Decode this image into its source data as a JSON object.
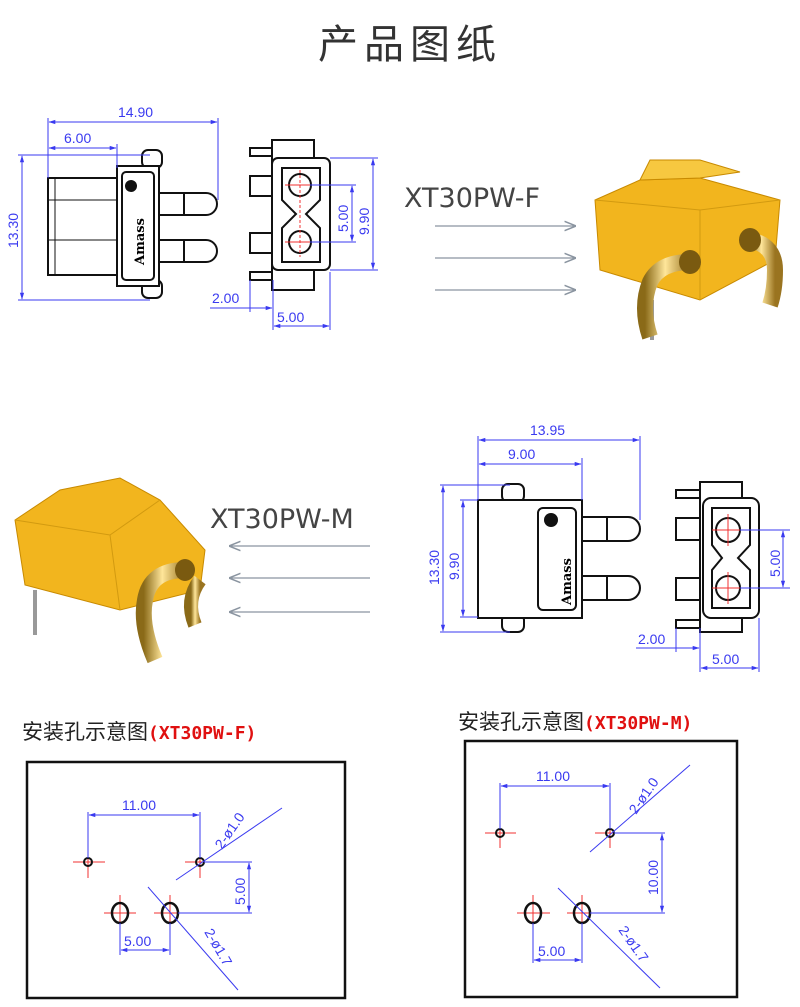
{
  "title": "产品图纸",
  "female": {
    "model": "XT30PW-F",
    "dims": {
      "length": "14.90",
      "body": "6.00",
      "height": "13.30",
      "pitch": "5.00",
      "width": "9.90",
      "offset": "2.00",
      "depth": "5.00"
    },
    "brand": "Amass"
  },
  "male": {
    "model": "XT30PW-M",
    "dims": {
      "length": "13.95",
      "body": "9.00",
      "height": "13.30",
      "width": "9.90",
      "pitch": "5.00",
      "offset": "2.00",
      "depth": "5.00"
    },
    "brand": "Amass"
  },
  "holes_f": {
    "label": "安装孔示意图",
    "model": "(XT30PW-F)",
    "spacing": "11.00",
    "vertical": "5.00",
    "pitch": "5.00",
    "small_hole": "2-ø1.0",
    "large_hole": "2-ø1.7"
  },
  "holes_m": {
    "label": "安装孔示意图",
    "model": "(XT30PW-M)",
    "spacing": "11.00",
    "vertical": "10.00",
    "pitch": "5.00",
    "small_hole": "2-ø1.0",
    "large_hole": "2-ø1.7"
  },
  "colors": {
    "dimension": "#3a3af0",
    "center_line": "#f03030",
    "connector_body": "#f2b51e",
    "pin": "#d9a830",
    "label_red": "#e01010"
  }
}
